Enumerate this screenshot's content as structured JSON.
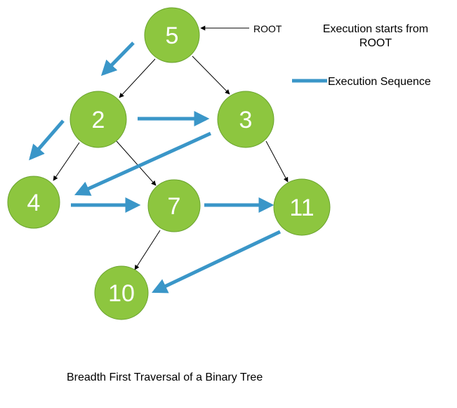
{
  "diagram": {
    "title": "Breadth First Traversal of a Binary Tree",
    "root_label": "ROOT",
    "note_line1": "Execution starts from",
    "note_line2": "ROOT",
    "legend_label": "Execution Sequence",
    "colors": {
      "node_fill": "#8DC63F",
      "node_stroke": "#6AA32E",
      "sequence_arrow": "#3A96C8",
      "edge": "#000000"
    },
    "nodes": [
      {
        "id": "n5",
        "label": "5"
      },
      {
        "id": "n2",
        "label": "2"
      },
      {
        "id": "n3",
        "label": "3"
      },
      {
        "id": "n4",
        "label": "4"
      },
      {
        "id": "n7",
        "label": "7"
      },
      {
        "id": "n11",
        "label": "11"
      },
      {
        "id": "n10",
        "label": "10"
      }
    ],
    "edges": [
      {
        "from": "5",
        "to": "2"
      },
      {
        "from": "5",
        "to": "3"
      },
      {
        "from": "2",
        "to": "4"
      },
      {
        "from": "2",
        "to": "7"
      },
      {
        "from": "3",
        "to": "11"
      },
      {
        "from": "7",
        "to": "10"
      }
    ],
    "traversal_order": [
      "5",
      "2",
      "3",
      "4",
      "7",
      "11",
      "10"
    ]
  }
}
